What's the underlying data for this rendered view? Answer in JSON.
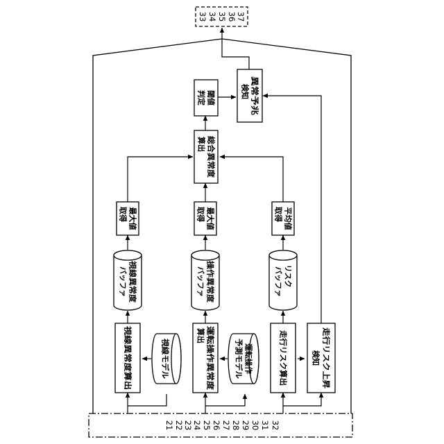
{
  "diagram": {
    "output_numbers": [
      "33",
      "34",
      "35",
      "36",
      "37"
    ],
    "input_numbers": [
      "21",
      "22",
      "23",
      "24",
      "25",
      "26",
      "27",
      "28",
      "29",
      "30",
      "31",
      "32"
    ],
    "boxes": {
      "gaze_calc": "視線異常度算出",
      "op_calc": [
        "運転操作異常度",
        "算出"
      ],
      "risk_calc": "走行リスク算出",
      "risk_rise": [
        "走行リスク上昇",
        "検知"
      ],
      "max1": [
        "最大値",
        "取得"
      ],
      "max2": [
        "最大値",
        "取得"
      ],
      "avg": [
        "平均値",
        "取得"
      ],
      "total": [
        "総合異常度",
        "算出"
      ],
      "threshold": [
        "閾値",
        "判定"
      ],
      "sign": [
        "異常予兆",
        "検知"
      ]
    },
    "cylinders": {
      "gaze_model": "視線モデル",
      "op_model": [
        "運転操作",
        "予測モデル"
      ],
      "gaze_buffer": [
        "視線異常度",
        "バッファ"
      ],
      "op_buffer": [
        "操作異常度",
        "バッファ"
      ],
      "risk_buffer": [
        "リスク",
        "バッファ"
      ]
    }
  }
}
